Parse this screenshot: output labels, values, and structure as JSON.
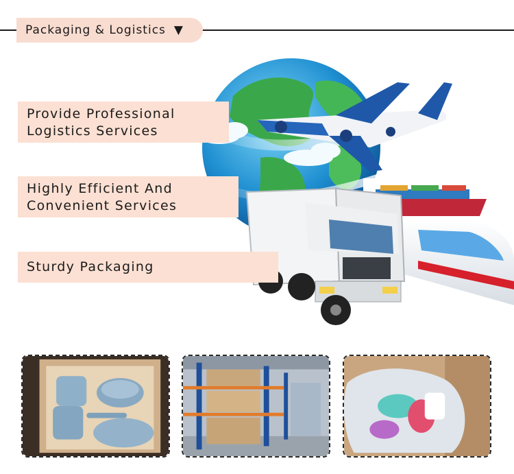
{
  "header": {
    "title": "Packaging & Logistics",
    "caret": "▼"
  },
  "features": [
    {
      "lines": [
        "Provide Professional",
        "Logistics Services"
      ]
    },
    {
      "lines": [
        "Highly Efficient And",
        "Convenient Services"
      ]
    },
    {
      "lines": [
        "Sturdy Packaging"
      ]
    }
  ],
  "colors": {
    "label_bg": "#fbe0d3",
    "tab_bg": "#f9dcd0",
    "rule": "#1a1a1a"
  },
  "hero_icons": [
    "globe-icon",
    "airplane-icon",
    "truck-icon",
    "cargo-ship-icon",
    "bullet-train-icon"
  ],
  "photos": [
    "boxed-silicone-tableware-photo",
    "warehouse-shelves-photo",
    "bagged-product-in-carton-photo"
  ]
}
